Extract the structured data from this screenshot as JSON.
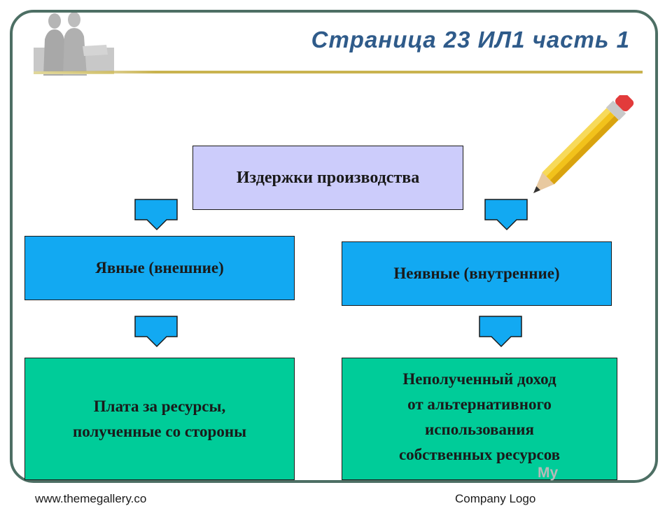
{
  "slide": {
    "title": "Страница  23 ИЛ1 часть 1"
  },
  "diagram": {
    "root": "Издержки производства",
    "left_category": "Явные (внешние)",
    "right_category": "Неявные (внутренние)",
    "left_detail": [
      "Плата за ресурсы,",
      "полученные со стороны"
    ],
    "right_detail": [
      "Неполученный доход",
      "от альтернативного",
      "использования",
      "собственных ресурсов"
    ]
  },
  "footer": {
    "left": "www.themegallery.co",
    "right": "Company Logo"
  },
  "watermark": "My",
  "icons": [
    "people-silhouette-icon",
    "pencil-icon",
    "down-arrow-icon"
  ],
  "colors": {
    "frame": "#4d6f64",
    "title": "#2f5b8a",
    "rule": "#c9b34f",
    "root_box": "#ccccfb",
    "category_box": "#12a9f2",
    "detail_box": "#00cc99"
  }
}
